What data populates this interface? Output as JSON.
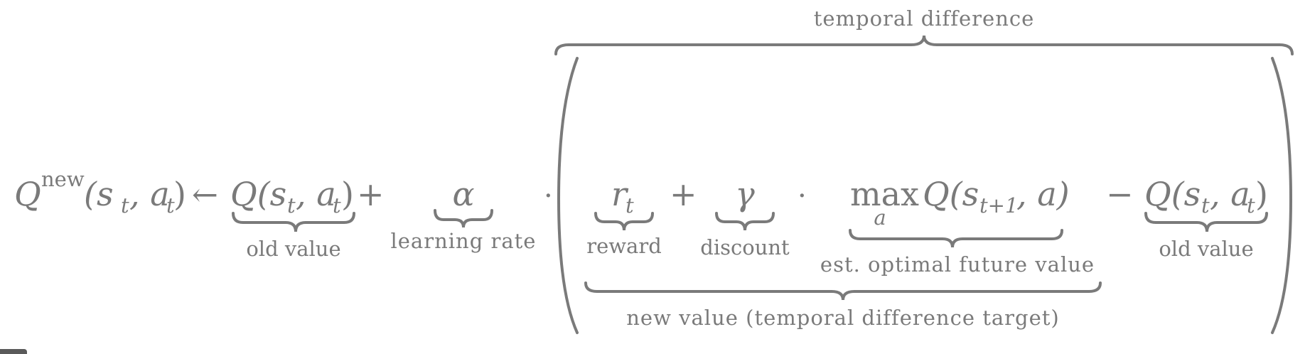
{
  "equation": {
    "lhs": {
      "q": "Q",
      "superscript": "new",
      "args": "(s",
      "sub_t1": "t",
      "comma": ", a",
      "sub_t2": "t",
      "close": ")"
    },
    "arrow": "←",
    "old_value_term": {
      "q": "Q(s",
      "sub_t1": "t",
      "comma": ", a",
      "sub_t2": "t",
      "close": ")",
      "label": "old value"
    },
    "plus1": "+",
    "alpha": {
      "symbol": "α",
      "label": "learning rate"
    },
    "dot1": "·",
    "reward": {
      "symbol": "r",
      "sub": "t",
      "label": "reward"
    },
    "plus2": "+",
    "gamma": {
      "symbol": "γ",
      "label": "discount"
    },
    "dot2": "·",
    "max_term": {
      "max": "max",
      "under": "a",
      "q": "Q(s",
      "sub": "t+1",
      "rest": ", a)",
      "label": "est. optimal future value"
    },
    "minus": "−",
    "old_value_term_2": {
      "q": "Q(s",
      "sub_t1": "t",
      "comma": ", a",
      "sub_t2": "t",
      "close": ")",
      "label": "old value"
    },
    "new_value_label": "new value (temporal difference target)",
    "temporal_difference_label": "temporal difference"
  },
  "colors": {
    "ink": "#7a7a7a",
    "corner_icon": "#5a5a5a"
  }
}
